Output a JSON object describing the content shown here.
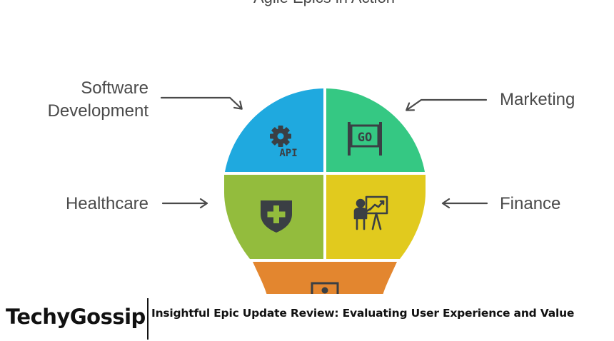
{
  "title": "Agile Epics in Action",
  "labels": {
    "software_line1": "Software",
    "software_line2": "Development",
    "marketing": "Marketing",
    "healthcare": "Healthcare",
    "finance": "Finance"
  },
  "icons": {
    "software": "gear-api-icon",
    "software_text": "API",
    "marketing": "go-sign-icon",
    "marketing_text": "GO",
    "healthcare": "medical-shield-icon",
    "finance": "presenter-chart-icon",
    "education": "presentation-board-icon"
  },
  "colors": {
    "software": "#1FA9DF",
    "marketing": "#35C883",
    "healthcare": "#93BC3D",
    "finance": "#E1CA1E",
    "education": "#E3862F",
    "icon": "#3a3f44",
    "text": "#4a4a4a"
  },
  "footer": {
    "brand": "TechyGossip",
    "headline": "Insightful Epic Update Review: Evaluating User Experience and Value"
  }
}
